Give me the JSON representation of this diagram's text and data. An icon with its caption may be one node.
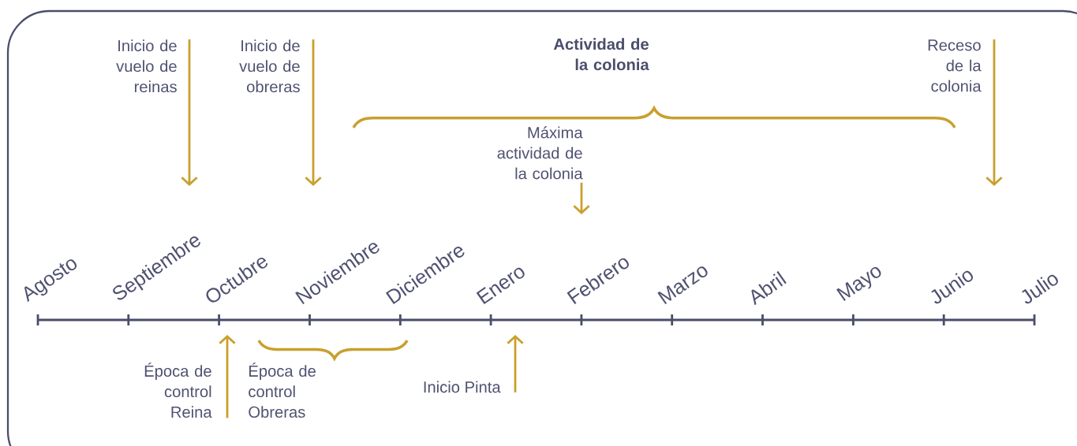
{
  "diagram": {
    "nodes": [
      {
        "text": [
          "Inicio de vuelo de reinas"
        ]
      },
      {
        "text": [
          "Inicio de vuelo de obreras"
        ]
      },
      {
        "text": [
          "Máxima actividad de la colonia"
        ]
      },
      {
        "text": [
          "Receso de la colonia"
        ]
      },
      {
        "text": [
          "Época de control Reina"
        ]
      },
      {
        "text": [
          "Inicio Pinta"
        ]
      }
    ],
    "edges": [
      {
        "from": 0,
        "to": null,
        "arrow": "to"
      },
      {
        "from": 1,
        "to": null,
        "arrow": "to"
      },
      {
        "from": 2,
        "to": null,
        "arrow": "to"
      },
      {
        "from": 3,
        "to": null,
        "arrow": "to"
      },
      {
        "from": 4,
        "to": null,
        "arrow": "to"
      },
      {
        "from": 5,
        "to": null,
        "arrow": "to"
      }
    ],
    "labels": [
      "Actividad de la colonia",
      "Agosto",
      "Septiembre",
      "Octubre",
      "Noviembre",
      "Diciembre",
      "Enero",
      "Febrero",
      "Marzo",
      "Abril",
      "Mayo",
      "Junio",
      "Julio",
      "Época de control Obreras"
    ]
  }
}
